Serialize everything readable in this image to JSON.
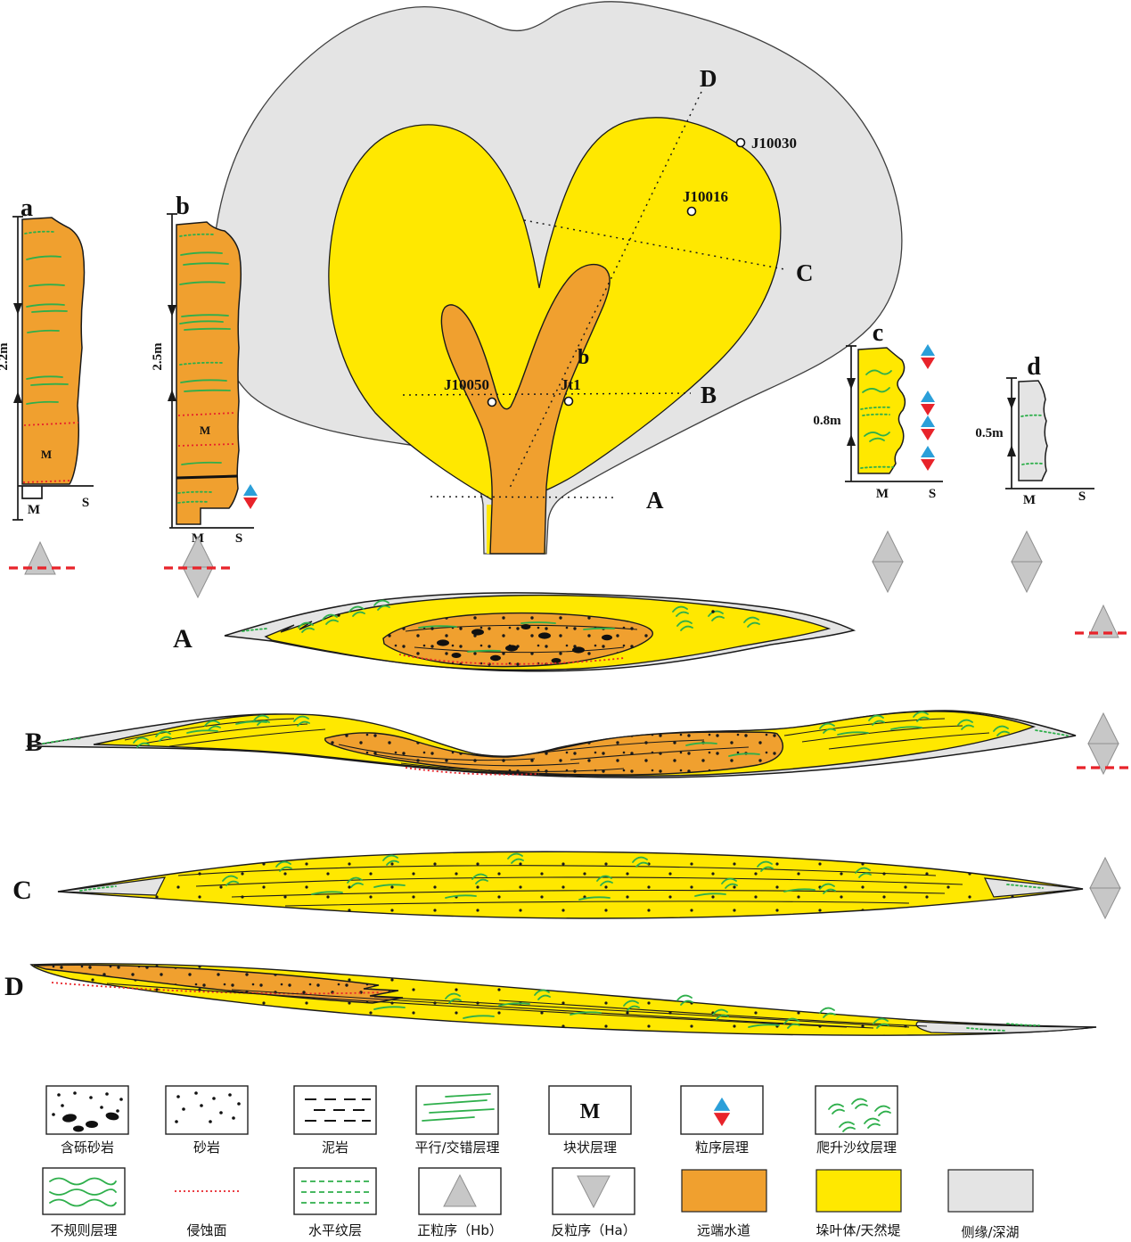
{
  "map": {
    "channel_label": "b",
    "wells": {
      "j10030": "J10030",
      "j10016": "J10016",
      "j10050": "J10050",
      "jt1": "Jt1"
    },
    "section_lines": {
      "a": "A",
      "b": "B",
      "c": "C",
      "d": "D"
    }
  },
  "columns": {
    "a": {
      "label": "a",
      "scale": "2.2m",
      "facies": "M",
      "axis_m": "M",
      "axis_s": "S"
    },
    "b": {
      "label": "b",
      "scale": "2.5m",
      "facies": "M",
      "axis_m": "M",
      "axis_s": "S"
    },
    "c": {
      "label": "c",
      "scale": "0.8m",
      "axis_m": "M",
      "axis_s": "S"
    },
    "d": {
      "label": "d",
      "scale": "0.5m",
      "axis_m": "M",
      "axis_s": "S"
    }
  },
  "cross_sections": {
    "a": "A",
    "b": "B",
    "c": "C",
    "d": "D"
  },
  "legend": {
    "row1": [
      {
        "name": "pebbly-sandstone",
        "label": "含砾砂岩"
      },
      {
        "name": "sandstone",
        "label": "砂岩"
      },
      {
        "name": "mudstone",
        "label": "泥岩"
      },
      {
        "name": "parallel-cross-bedding",
        "label": "平行/交错层理"
      },
      {
        "name": "massive-bedding",
        "label": "块状层理",
        "symbol": "M"
      },
      {
        "name": "graded-bedding",
        "label": "粒序层理"
      },
      {
        "name": "climbing-ripple-lamination",
        "label": "爬升沙纹层理"
      }
    ],
    "row2": [
      {
        "name": "irregular-bedding",
        "label": "不规则层理"
      },
      {
        "name": "erosion-surface",
        "label": "侵蚀面"
      },
      {
        "name": "horizontal-lamination",
        "label": "水平纹层"
      },
      {
        "name": "normal-grading",
        "label": "正粒序（Hb）"
      },
      {
        "name": "reverse-grading",
        "label": "反粒序（Ha）"
      },
      {
        "name": "distal-channel",
        "label": "远端水道"
      },
      {
        "name": "lobe-levee",
        "label": "垛叶体/天然堤"
      },
      {
        "name": "margin-deep-lake",
        "label": "侧缘/深湖"
      }
    ]
  },
  "colors": {
    "channel_orange": "#F0A02F",
    "lobe_yellow": "#FFE800",
    "margin_gray": "#E4E4E4",
    "lamination_green": "#2EAF4B",
    "erosion_red": "#E8232A",
    "grading_blue": "#2B9FD9",
    "triangle_gray": "#C7C7C7"
  }
}
